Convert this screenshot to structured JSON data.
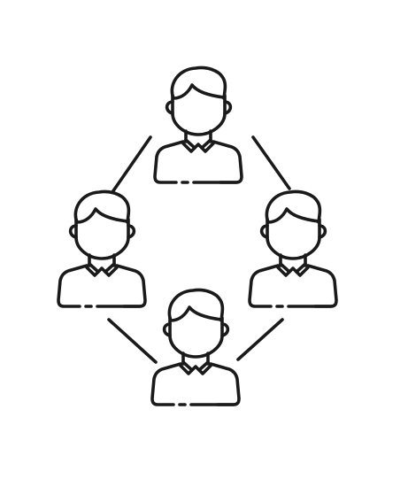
{
  "illustration": {
    "icon": "team-network-icon",
    "stroke_color": "#1a1a1a",
    "background_color": "#ffffff",
    "person_icon": "user-with-collar-icon",
    "people": [
      {
        "name": "person-top",
        "icon": "user-with-collar-icon"
      },
      {
        "name": "person-left",
        "icon": "user-with-collar-icon"
      },
      {
        "name": "person-right",
        "icon": "user-with-collar-icon"
      },
      {
        "name": "person-bottom",
        "icon": "user-with-collar-icon"
      }
    ],
    "connections": [
      {
        "name": "connector-top-left"
      },
      {
        "name": "connector-top-right"
      },
      {
        "name": "connector-bottom-left"
      },
      {
        "name": "connector-bottom-right"
      }
    ]
  }
}
